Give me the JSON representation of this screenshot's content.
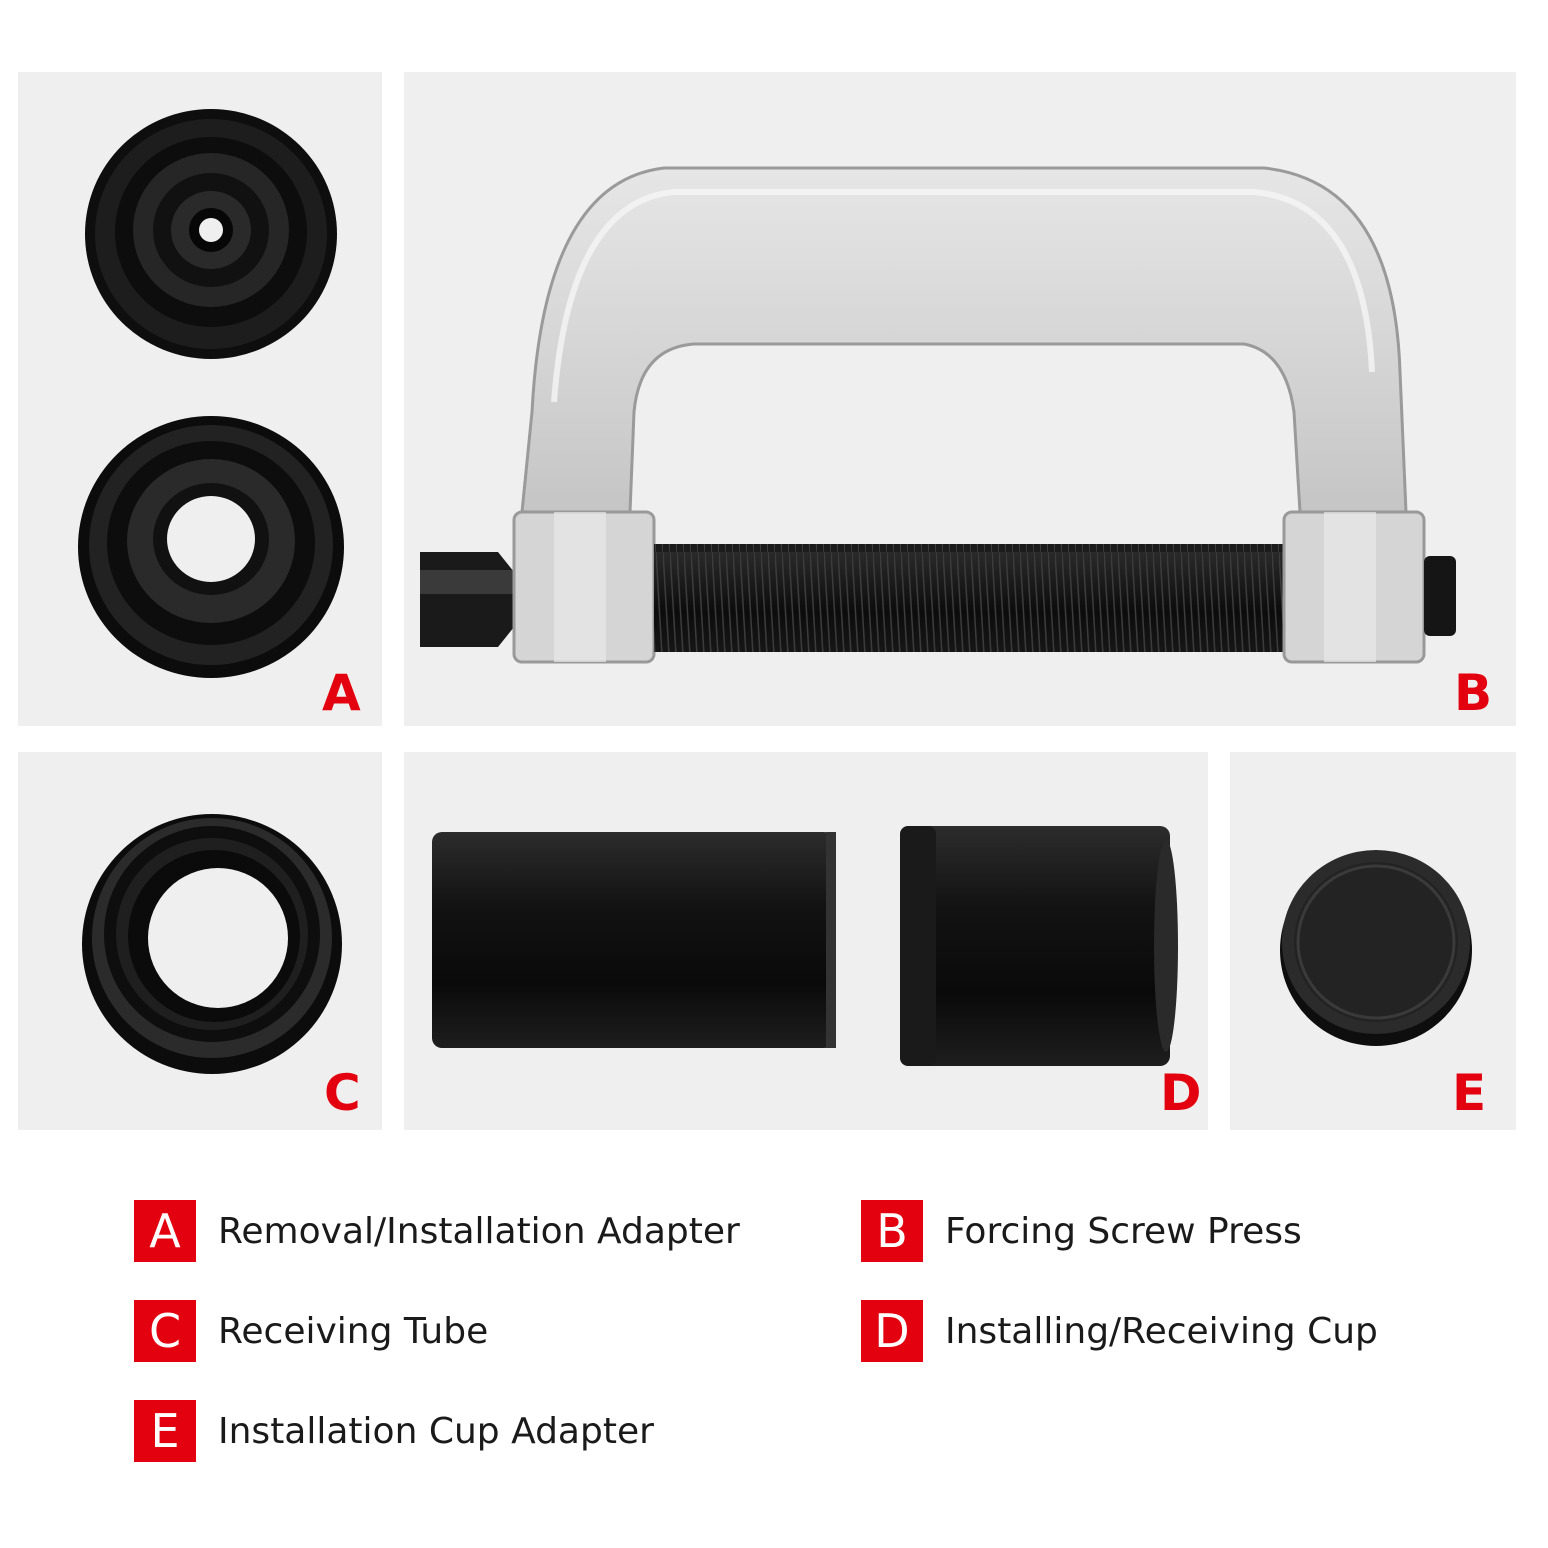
{
  "colors": {
    "accent_red": "#e3000f",
    "panel_bg": "#efefef",
    "part_black": "#151515",
    "steel": "#c9c9c9"
  },
  "panels": {
    "a": {
      "letter": "A",
      "icon": "adapter-rings-icon"
    },
    "b": {
      "letter": "B",
      "icon": "c-frame-press-icon"
    },
    "c": {
      "letter": "C",
      "icon": "receiving-tube-icon"
    },
    "d": {
      "letter": "D",
      "icon": "cup-cylinders-icon"
    },
    "e": {
      "letter": "E",
      "icon": "cup-adapter-disc-icon"
    }
  },
  "legend": {
    "a": {
      "letter": "A",
      "label": "Removal/Installation Adapter"
    },
    "b": {
      "letter": "B",
      "label": "Forcing Screw Press"
    },
    "c": {
      "letter": "C",
      "label": "Receiving Tube"
    },
    "d": {
      "letter": "D",
      "label": "Installing/Receiving Cup"
    },
    "e": {
      "letter": "E",
      "label": "Installation Cup Adapter"
    }
  }
}
